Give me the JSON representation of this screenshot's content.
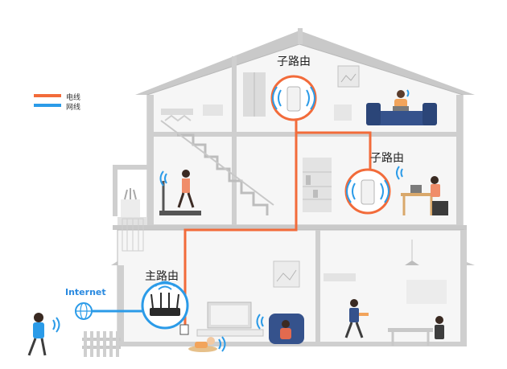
{
  "legend": {
    "power_line": {
      "label": "电线",
      "color": "#f26b3a"
    },
    "network_line": {
      "label": "网线",
      "color": "#2b9be8"
    }
  },
  "labels": {
    "sub_router_top": "子路由",
    "sub_router_right": "子路由",
    "main_router": "主路由",
    "internet": "Internet"
  },
  "colors": {
    "house": "#b5b5b5",
    "wall": "#f4f4f4",
    "power": "#f26b3a",
    "network": "#2b9be8",
    "accent_blue": "#2b9be8"
  },
  "icons": [
    "wifi-icon",
    "globe-icon",
    "router-icon",
    "powerline-adapter-icon",
    "tv-icon",
    "laptop-icon",
    "treadmill-icon",
    "staircase-icon",
    "sofa-icon",
    "armchair-icon",
    "table-icon",
    "fence-icon"
  ]
}
